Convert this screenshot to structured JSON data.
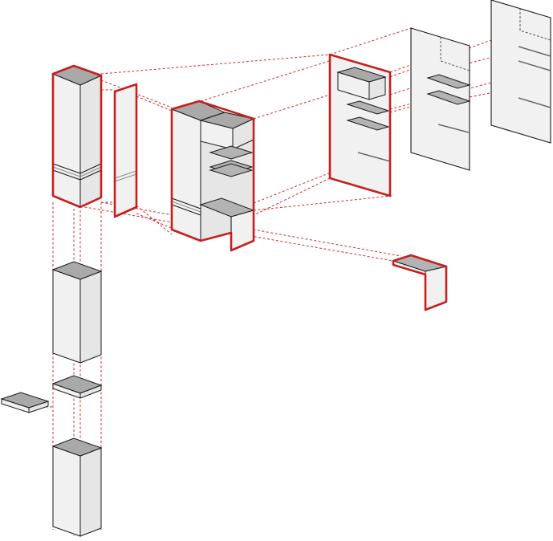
{
  "diagram": {
    "type": "exploded-axonometric",
    "colors": {
      "highlight": "#c81e1e",
      "guide": "#d42b2b",
      "outline": "#1a1a1a",
      "face_light": "#f1f1f1",
      "face_mid": "#e6e6e6",
      "top_dark": "#a9a9a9"
    },
    "components": [
      "tall-cabinet-assembly",
      "side-panel",
      "wardrobe-with-shelves",
      "back-panel-with-shelves",
      "inner-partition-panel",
      "rear-wall-panel",
      "desk-top",
      "upper-column",
      "middle-shelf-block",
      "small-ledge",
      "base-column"
    ]
  }
}
